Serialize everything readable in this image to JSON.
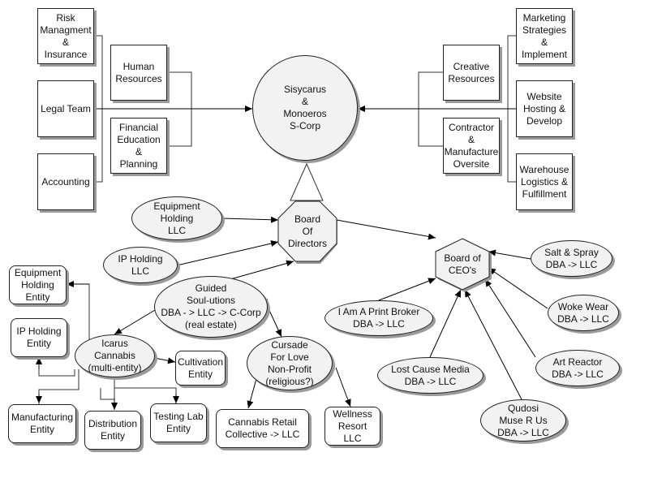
{
  "nodes": {
    "risk": "Risk\nManagment\n&\nInsurance",
    "legal": "Legal Team",
    "accounting": "Accounting",
    "hr": "Human\nResources",
    "financial": "Financial\nEducation\n&\nPlanning",
    "corp": "Sisycarus\n&\nMonoeros\nS-Corp",
    "creative": "Creative\nResources",
    "contractor": "Contractor\n&\nManufacture\nOversite",
    "marketing": "Marketing\nStrategies\n&\nImplement",
    "website": "Website\nHosting &\nDevelop",
    "warehouse": "Warehouse\nLogistics &\nFulfillment",
    "equip_llc": "Equipment\nHolding\nLLC",
    "ip_llc": "IP Holding\nLLC",
    "board_directors": "Board\nOf\nDirectors",
    "board_ceos": "Board of\nCEO's",
    "salt": "Salt & Spray\nDBA -> LLC",
    "print_broker": "I Am A Print Broker\nDBA -> LLC",
    "woke": "Woke Wear\nDBA -> LLC",
    "lost_cause": "Lost Cause Media\nDBA -> LLC",
    "art_reactor": "Art Reactor\nDBA -> LLC",
    "qudosi": "Qudosi\nMuse R Us\nDBA -> LLC",
    "equip_entity": "Equipment\nHolding\nEntity",
    "ip_entity": "IP Holding\nEntity",
    "guided": "Guided\nSoul-utions\nDBA - > LLC -> C-Corp\n(real estate)",
    "icarus": "Icarus\nCannabis\n(multi-entity)",
    "cultivation": "Cultivation\nEntity",
    "cursade": "Cursade\nFor Love\nNon-Profit\n(religious?)",
    "manufacturing": "Manufacturing\nEntity",
    "distribution": "Distribution\nEntity",
    "testing": "Testing Lab\nEntity",
    "cannabis_retail": "Cannabis Retail\nCollective -> LLC",
    "wellness": "Wellness\nResort\nLLC"
  }
}
